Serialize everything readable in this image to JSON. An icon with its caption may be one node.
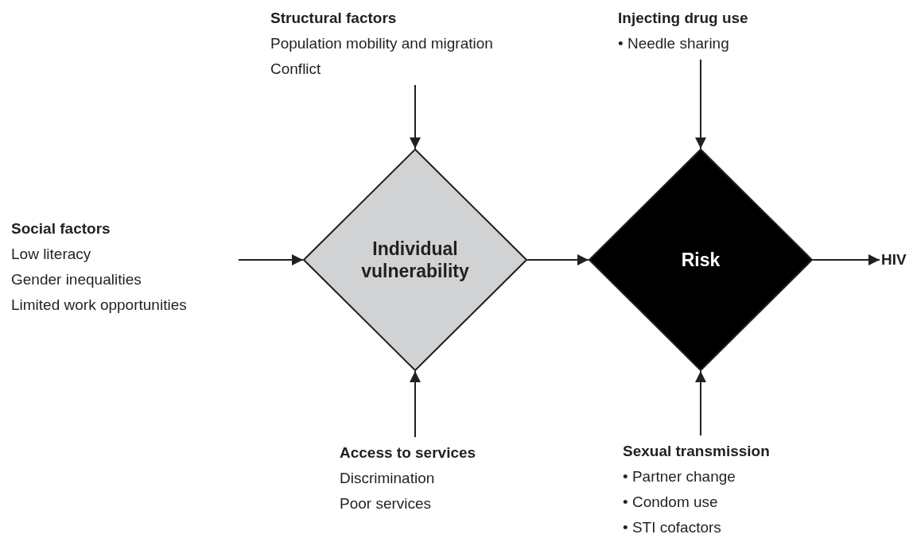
{
  "diagram": {
    "nodes": [
      {
        "text": [
          "Structural factors",
          "Population mobility and migration",
          "Conflict"
        ]
      },
      {
        "text": [
          "Injecting drug use",
          "• Needle sharing"
        ]
      },
      {
        "text": [
          "Social factors",
          "Low literacy",
          "Gender inequalities",
          "Limited work opportunities"
        ]
      },
      {
        "text": [
          "Individual vulnerability"
        ]
      },
      {
        "text": [
          "Risk"
        ]
      },
      {
        "text": [
          "HIV"
        ]
      },
      {
        "text": [
          "Access to services",
          "Discrimination",
          "Poor services"
        ]
      },
      {
        "text": [
          "Sexual transmission",
          "• Partner change",
          "• Condom use",
          "• STI cofactors"
        ]
      }
    ],
    "edges": [
      {
        "from": 0,
        "to": 3,
        "arrow": "to"
      },
      {
        "from": 1,
        "to": 4,
        "arrow": "to"
      },
      {
        "from": 2,
        "to": 3,
        "arrow": "to"
      },
      {
        "from": 3,
        "to": 4,
        "arrow": "to"
      },
      {
        "from": 4,
        "to": 5,
        "arrow": "to"
      },
      {
        "from": 6,
        "to": 3,
        "arrow": "to"
      },
      {
        "from": 7,
        "to": 4,
        "arrow": "to"
      }
    ]
  }
}
